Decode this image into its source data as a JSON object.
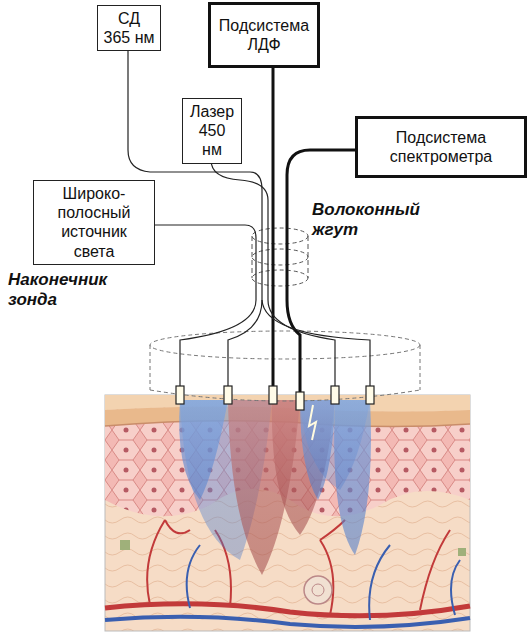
{
  "diagram": {
    "nodes": [
      {
        "text": [
          "СД 365 нм"
        ]
      },
      {
        "text": [
          "Подсистема ЛДФ"
        ]
      },
      {
        "text": [
          "Лазер 450 нм"
        ]
      },
      {
        "text": [
          "Широко- полосный источник света"
        ]
      },
      {
        "text": [
          "Подсистема спектрометра"
        ]
      }
    ],
    "labels": [
      "Волоконный жгут",
      "Наконечник зонда"
    ]
  }
}
